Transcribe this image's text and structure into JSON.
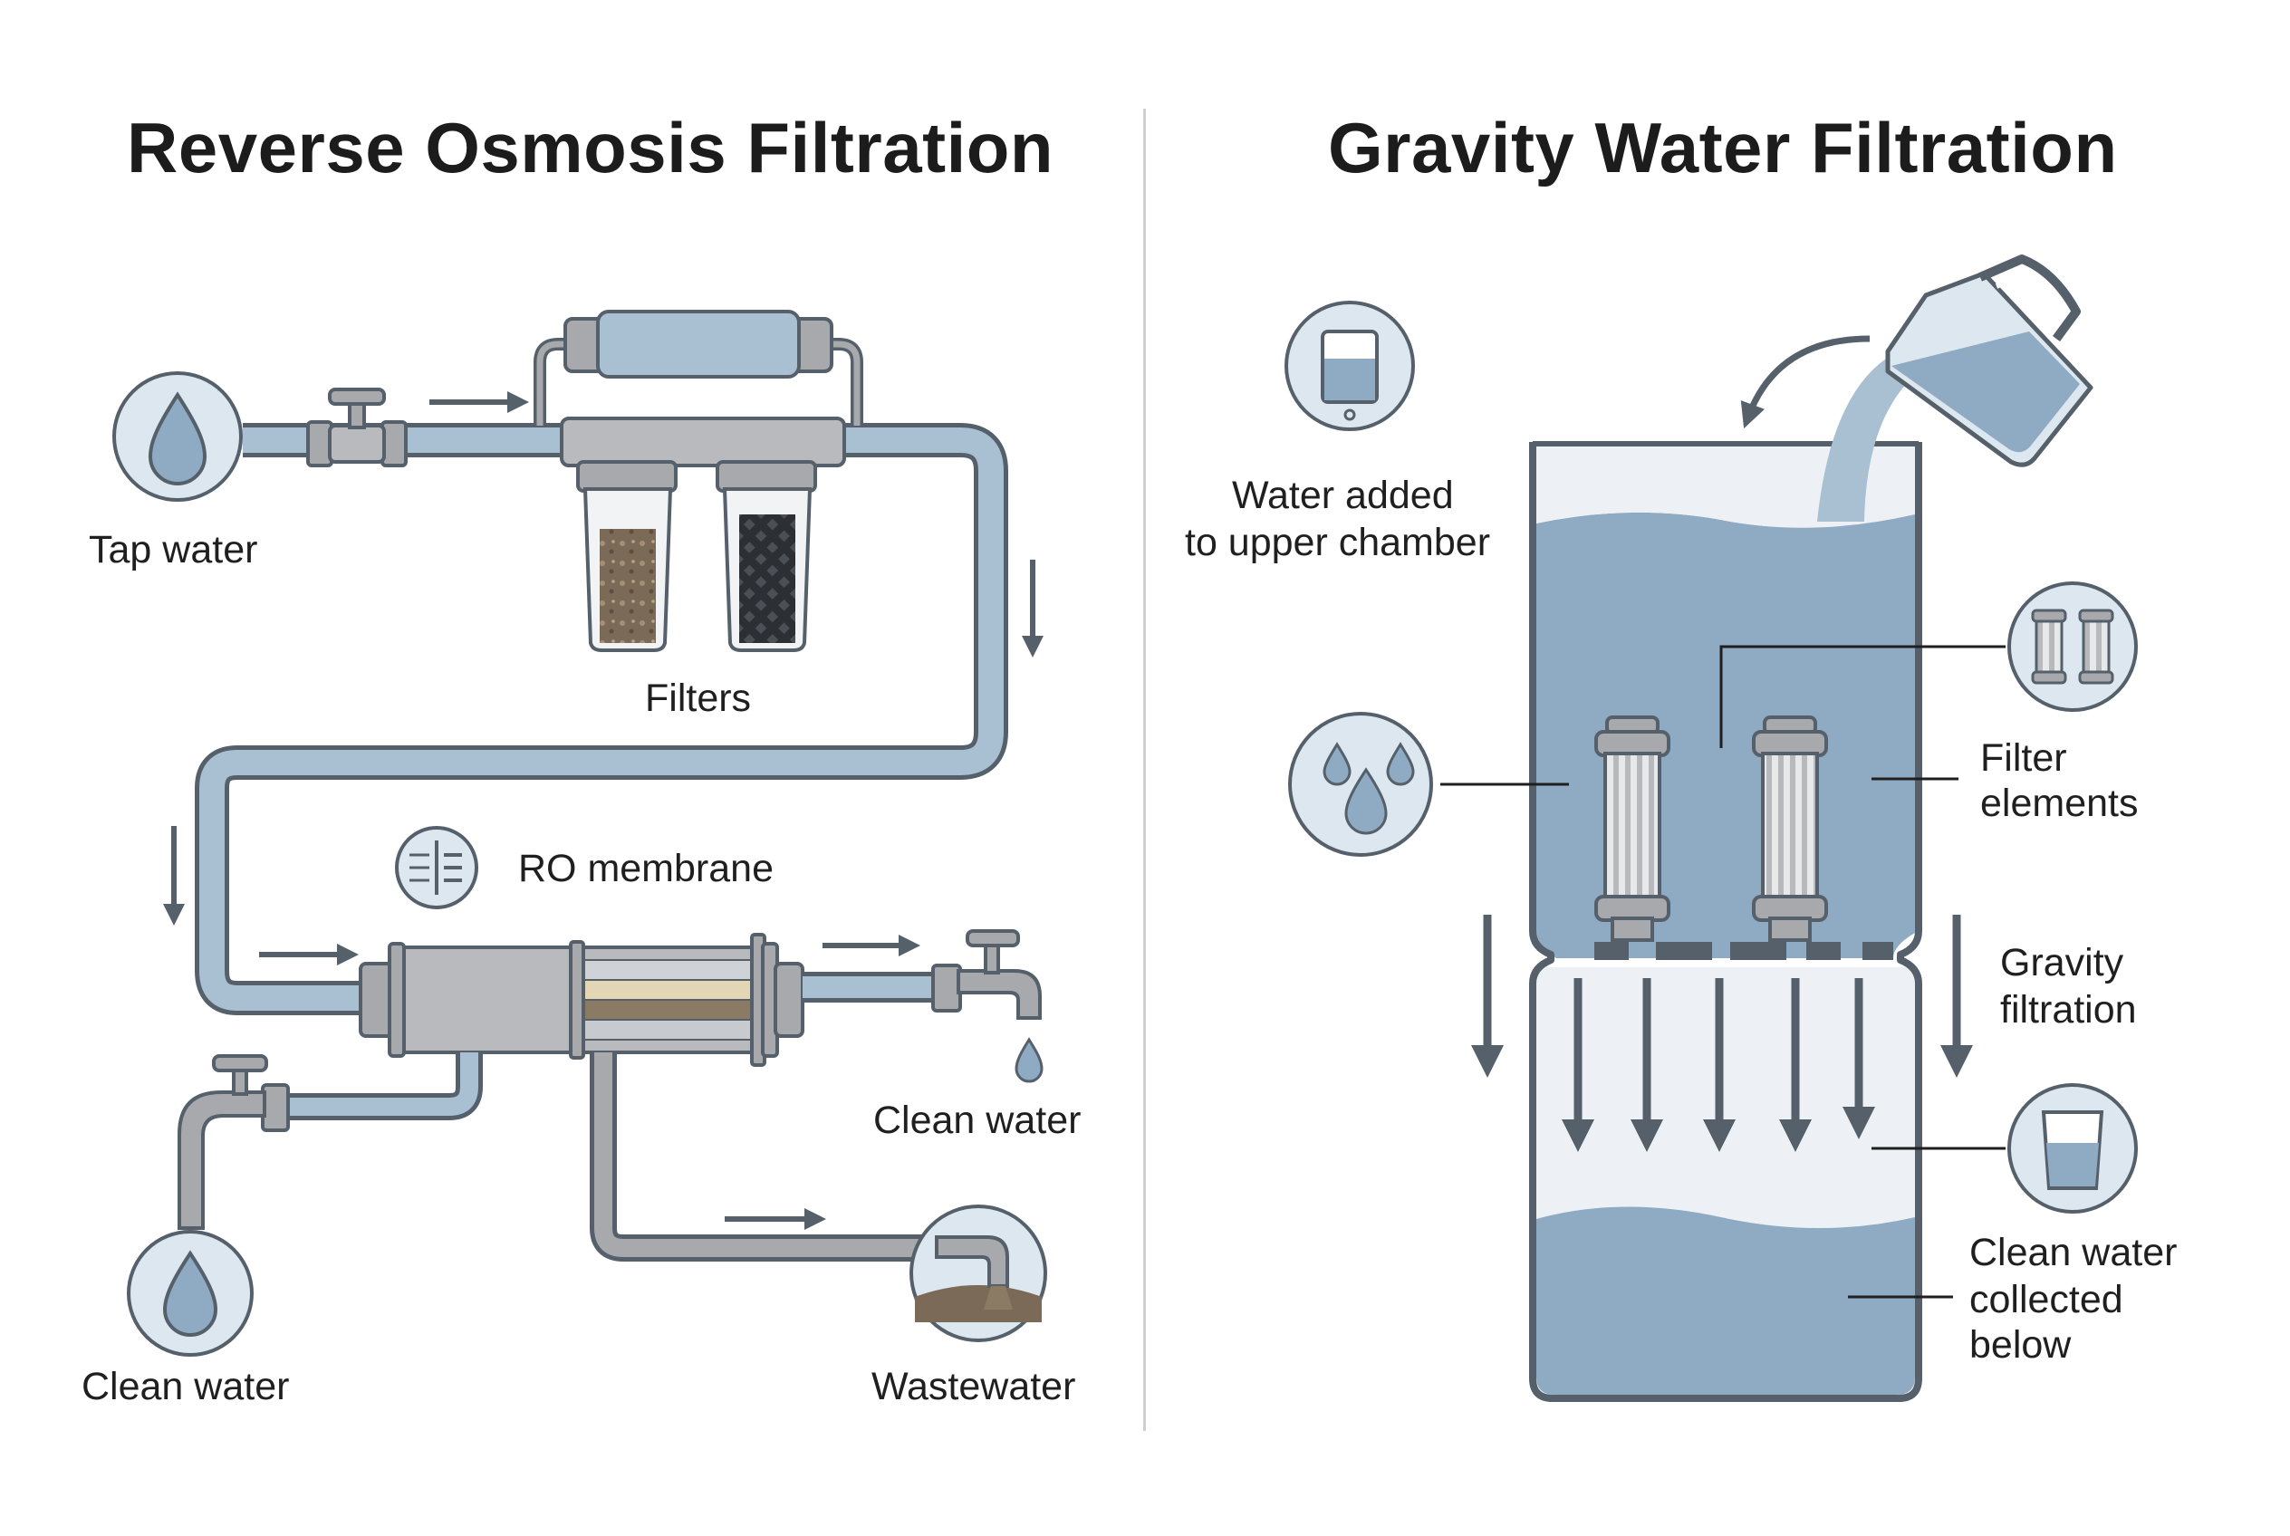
{
  "colors": {
    "water": "#8fabc3",
    "water_light": "#edf1f5",
    "pipe_fill": "#a9bfd2",
    "pipe_outline": "#55606b",
    "metal": "#a7a9ad",
    "icon_bg": "#dce7f0"
  },
  "ro": {
    "title": "Reverse Osmosis Filtration",
    "labels": {
      "tap_water": "Tap water",
      "filters": "Filters",
      "ro_membrane": "RO membrane",
      "clean_water_out": "Clean water",
      "clean_water_in": "Clean water",
      "wastewater": "Wastewater"
    }
  },
  "gravity": {
    "title": "Gravity Water Filtration",
    "labels": {
      "water_added_1": "Water added",
      "water_added_2": "to upper chamber",
      "filter_elements_1": "Filter",
      "filter_elements_2": "elements",
      "gravity_filtration_1": "Gravity",
      "gravity_filtration_2": "filtration",
      "clean_collected_1": "Clean water",
      "clean_collected_2": "collected",
      "clean_collected_3": "below"
    }
  }
}
